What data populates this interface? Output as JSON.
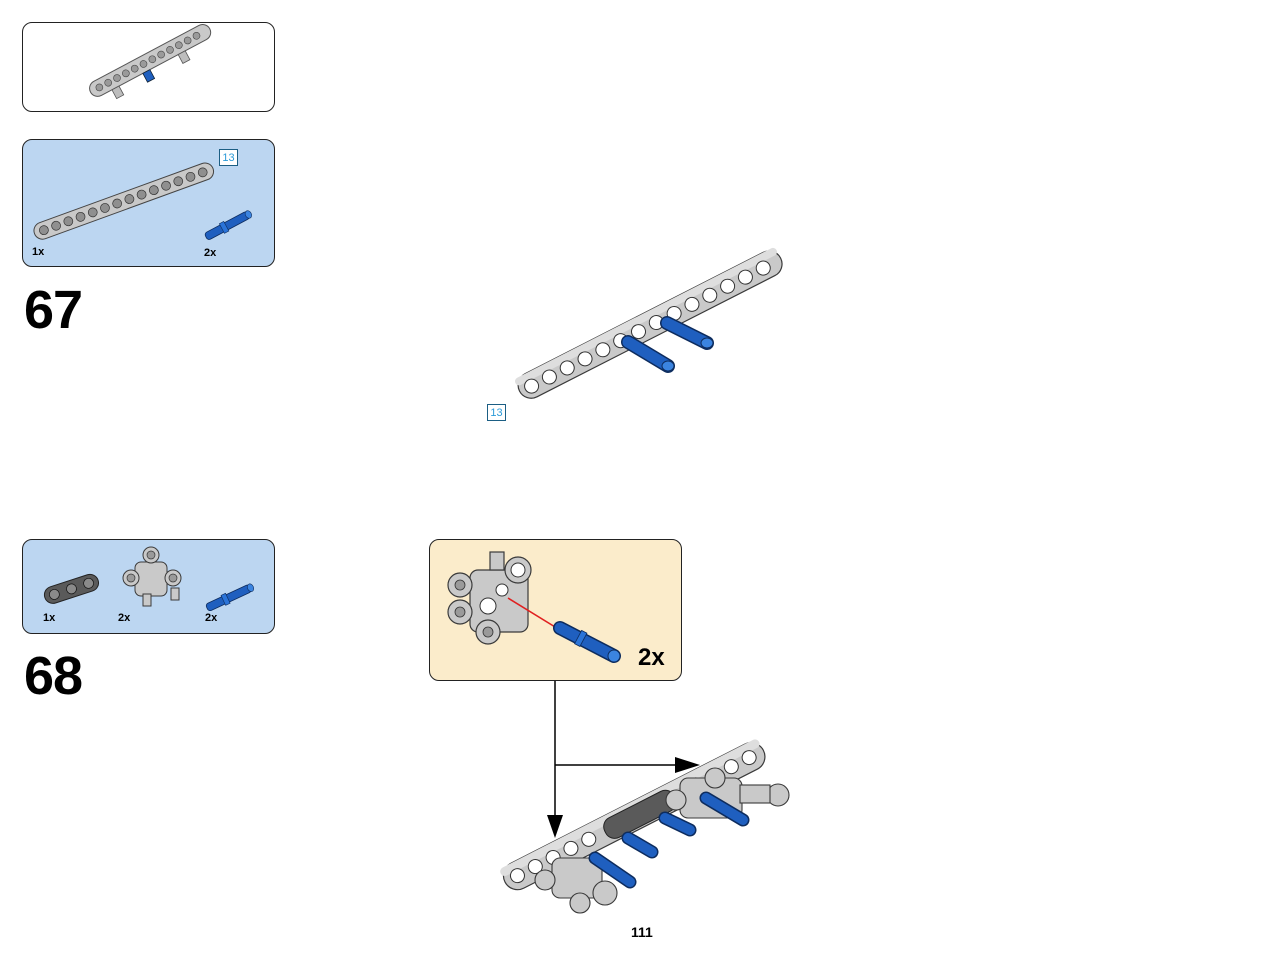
{
  "page_number": "111",
  "colors": {
    "parts_panel_bg": "#bcd6f1",
    "callout_bg": "#fbeccb",
    "beam_gray": "#c9c9c9",
    "pin_blue": "#1f5fbf",
    "length_badge_text": "#2a9ad8",
    "arrow_red": "#e02020"
  },
  "steps": [
    {
      "number": "67",
      "parts": [
        {
          "name": "beam-15",
          "qty": "1x",
          "icon": "gray-beam-icon"
        },
        {
          "name": "blue-pin",
          "qty": "2x",
          "icon": "blue-pin-icon"
        }
      ],
      "length_badge": "13",
      "main_length_badge": "13"
    },
    {
      "number": "68",
      "parts": [
        {
          "name": "dark-beam-3",
          "qty": "1x",
          "icon": "dark-beam-icon"
        },
        {
          "name": "connector-hub",
          "qty": "2x",
          "icon": "connector-icon"
        },
        {
          "name": "blue-pin",
          "qty": "2x",
          "icon": "blue-pin-icon"
        }
      ],
      "callout_qty": "2x"
    }
  ]
}
